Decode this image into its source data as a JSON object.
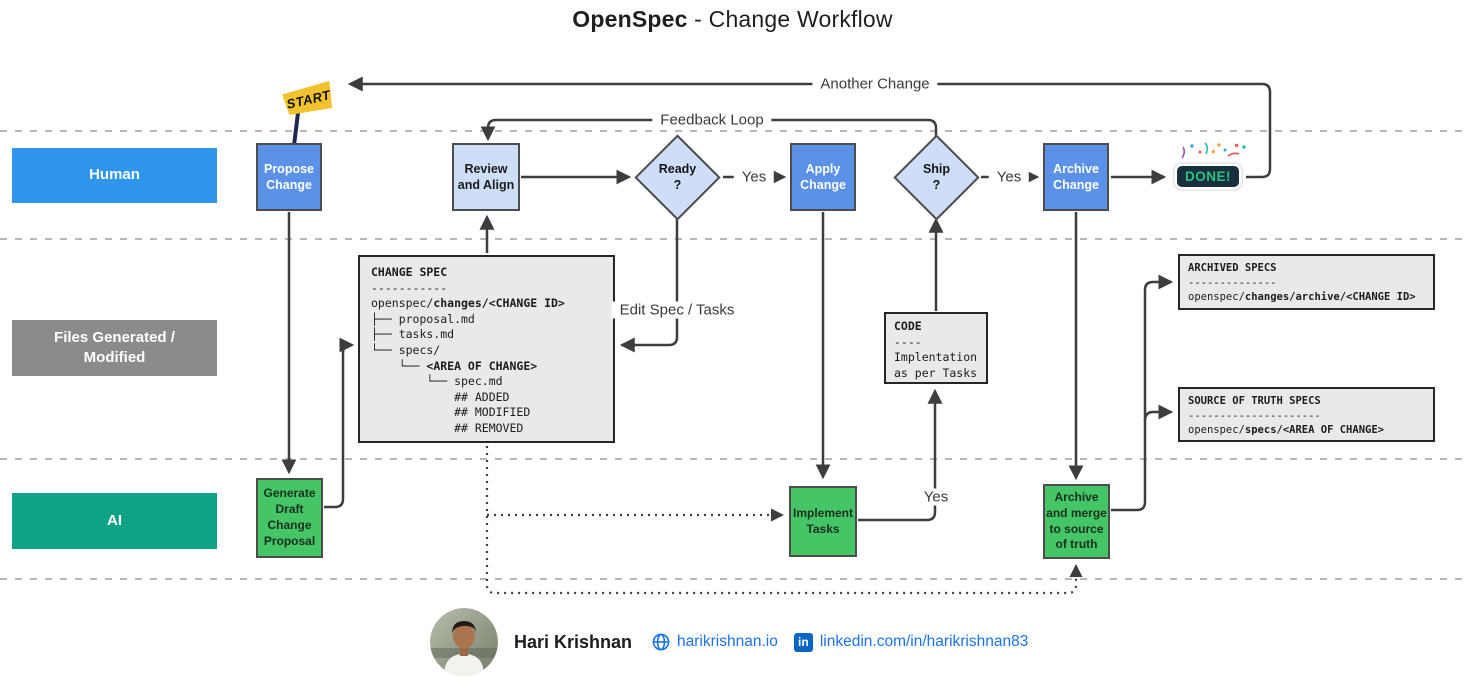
{
  "title": {
    "brand": "OpenSpec",
    "rest": " - Change Workflow"
  },
  "lanes": [
    {
      "label": "Human"
    },
    {
      "label": "Files Generated / Modified"
    },
    {
      "label": "AI"
    }
  ],
  "nodes": {
    "start_flag": "START",
    "propose_change": "Propose Change",
    "review_align": "Review and Align",
    "ready": {
      "title": "Ready",
      "mark": "?"
    },
    "apply_change": "Apply Change",
    "ship": {
      "title": "Ship",
      "mark": "?"
    },
    "archive_change": "Archive Change",
    "done": "DONE!",
    "generate_draft": "Generate Draft Change Proposal",
    "implement_tasks": "Implement Tasks",
    "archive_merge": "Archive and merge to source of truth"
  },
  "edge_labels": {
    "another_change": "Another Change",
    "feedback_loop": "Feedback Loop",
    "yes_ready": "Yes",
    "yes_ship": "Yes",
    "yes_implement": "Yes",
    "edit_spec_tasks": "Edit Spec / Tasks"
  },
  "file_boxes": {
    "change_spec": {
      "lines": [
        "**CHANGE SPEC**",
        "-----------",
        "openspec/**changes/<CHANGE ID>**",
        "├── proposal.md",
        "├── tasks.md",
        "└── specs/",
        "    └── **<AREA OF CHANGE>**",
        "        └── spec.md",
        "            ## ADDED",
        "            ## MODIFIED",
        "            ## REMOVED"
      ]
    },
    "code": {
      "lines": [
        "**CODE**",
        "----",
        "Implentation",
        "as per Tasks"
      ]
    },
    "archived_specs": {
      "lines": [
        "**ARCHIVED SPECS**",
        "--------------",
        "openspec/**changes/archive/<CHANGE ID>**"
      ]
    },
    "source_of_truth": {
      "lines": [
        "**SOURCE OF TRUTH SPECS**",
        "---------------------",
        "openspec/**specs/<AREA OF CHANGE>**"
      ]
    }
  },
  "footer": {
    "name": "Hari Krishnan",
    "website": "harikrishnan.io",
    "linkedin": "linkedin.com/in/harikrishnan83"
  },
  "colors": {
    "human_banner": "#2f96ee",
    "action_blue": "#5b92e8",
    "light_blue": "#cfdef8",
    "ai_green": "#45c666",
    "lane_gray": "#8b8b8b",
    "lane_teal": "#10a287",
    "link_blue": "#1a73e8",
    "done_green": "#2ec27e",
    "flag_yellow": "#f2c12e"
  }
}
